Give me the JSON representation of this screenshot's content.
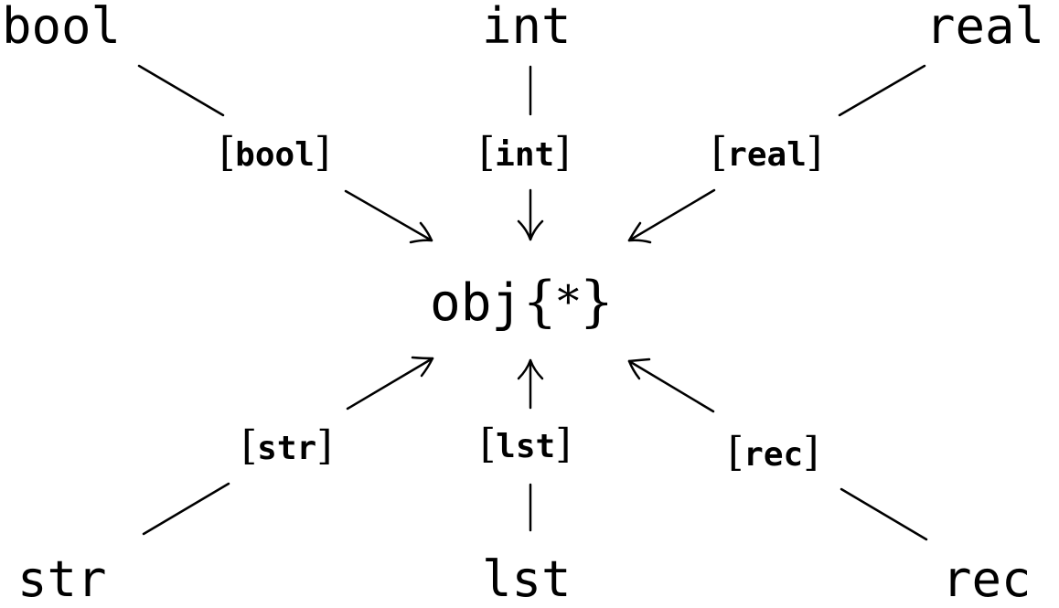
{
  "nodes": {
    "center": {
      "prefix": "obj",
      "open": "{",
      "star": "*",
      "close": "}"
    },
    "bool": "bool",
    "int": "int",
    "real": "real",
    "str": "str",
    "lst": "lst",
    "rec": "rec"
  },
  "edges": {
    "bool": {
      "open": "[",
      "text": "bool",
      "close": "]"
    },
    "int": {
      "open": "[",
      "text": "int",
      "close": "]"
    },
    "real": {
      "open": "[",
      "text": "real",
      "close": "]"
    },
    "str": {
      "open": "[",
      "text": "str",
      "close": "]"
    },
    "lst": {
      "open": "[",
      "text": "lst",
      "close": "]"
    },
    "rec": {
      "open": "[",
      "text": "rec",
      "close": "]"
    }
  }
}
